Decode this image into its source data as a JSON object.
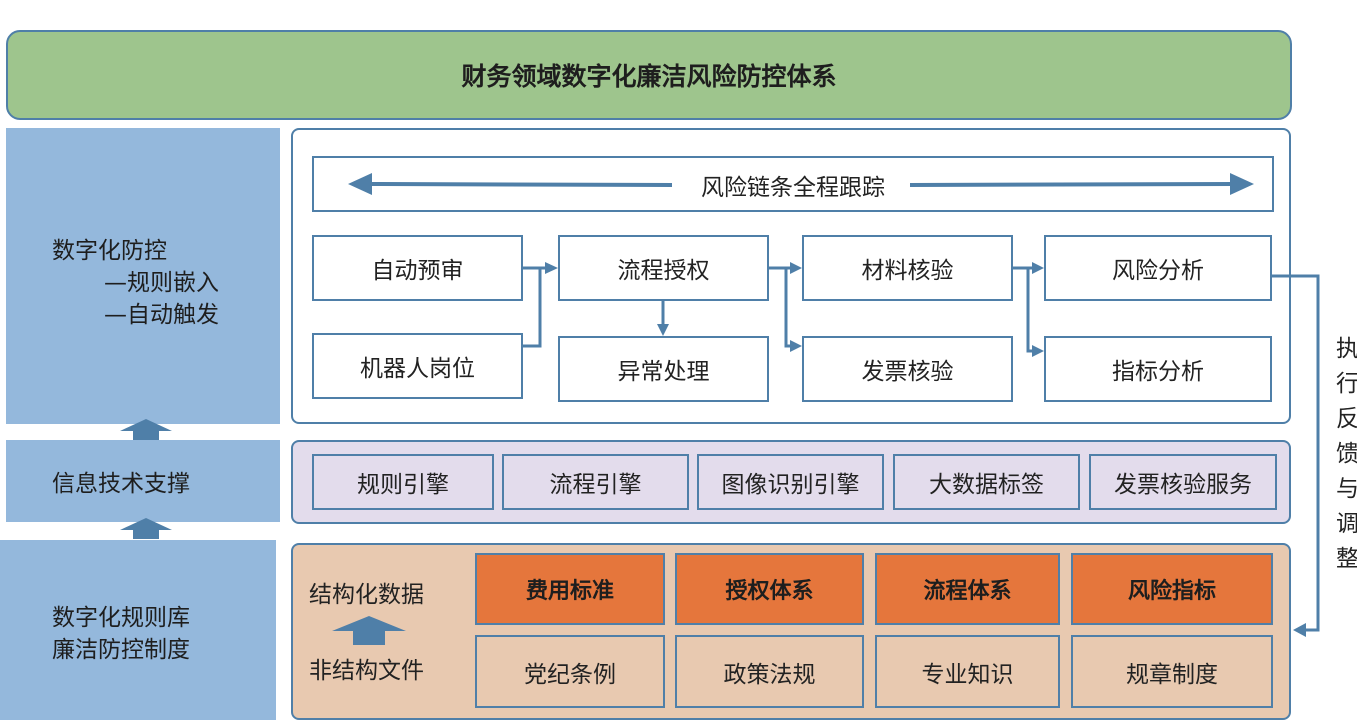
{
  "title": "财务领域数字化廉洁风险防控体系",
  "left": {
    "top": {
      "line1": "数字化防控",
      "line2": "—规则嵌入",
      "line3": "—自动触发"
    },
    "middle": "信息技术支撑",
    "bottom": {
      "line1": "数字化规则库",
      "line2": "廉洁防控制度"
    }
  },
  "chain": "风险链条全程跟踪",
  "process": {
    "auto_review": "自动预审",
    "robot_post": "机器人岗位",
    "flow_auth": "流程授权",
    "exception": "异常处理",
    "material_check": "材料核验",
    "invoice_check": "发票核验",
    "risk_analysis": "风险分析",
    "indicator_analysis": "指标分析"
  },
  "engines": [
    "规则引擎",
    "流程引擎",
    "图像识别引擎",
    "大数据标签",
    "发票核验服务"
  ],
  "rules": {
    "structured": "结构化数据",
    "unstructured": "非结构文件",
    "structured_items": [
      "费用标准",
      "授权体系",
      "流程体系",
      "风险指标"
    ],
    "unstructured_items": [
      "党纪条例",
      "政策法规",
      "专业知识",
      "规章制度"
    ]
  },
  "feedback": [
    "执",
    "行",
    "反",
    "馈",
    "与",
    "调",
    "整"
  ],
  "colors": {
    "accent": "#4f7fa8",
    "title_bg": "#9ec58d",
    "left_bg": "#94b8dc",
    "engine_bg": "#e3dcec",
    "rule_bg": "#e8c9b0",
    "orange": "#e5763c"
  }
}
